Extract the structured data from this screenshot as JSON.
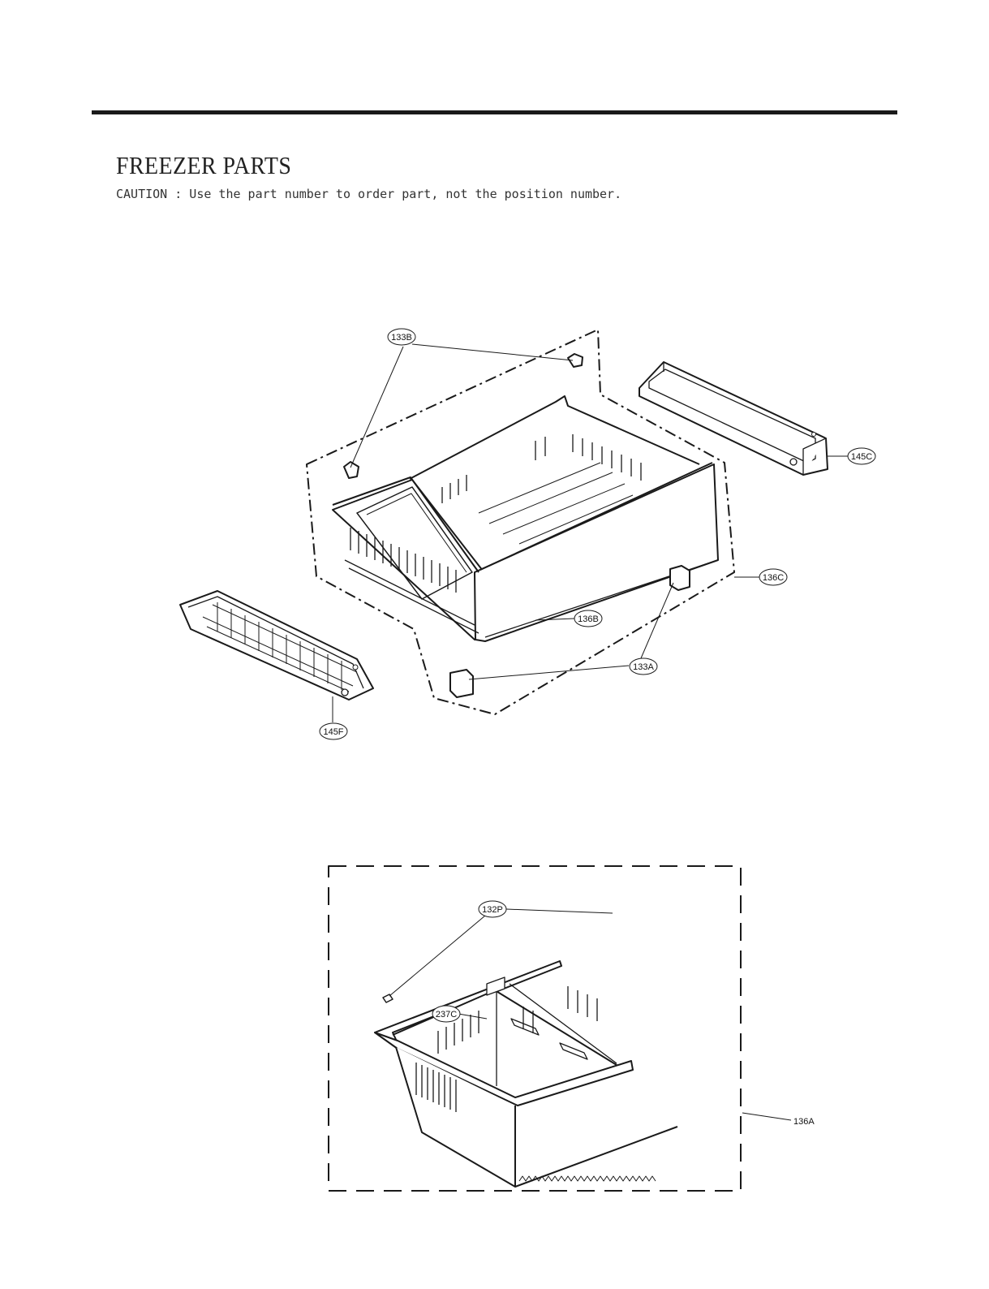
{
  "header": {
    "title": "FREEZER PARTS",
    "caution": "CAUTION : Use the part number to order part, not the position number."
  },
  "callouts": {
    "c133B": "133B",
    "c145C": "145C",
    "c136C": "136C",
    "c136B": "136B",
    "c133A": "133A",
    "c145F": "145F",
    "c132P": "132P",
    "c237C": "237C",
    "c136A": "136A"
  },
  "colors": {
    "line": "#1a1a1a",
    "background": "#ffffff"
  }
}
